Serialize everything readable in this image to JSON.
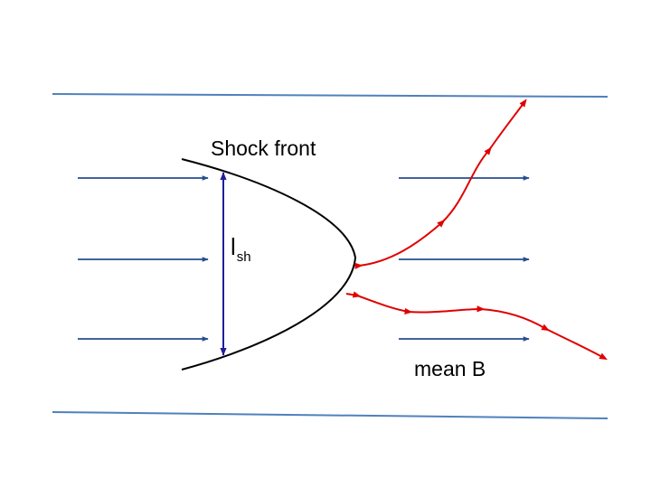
{
  "labels": {
    "shock_front": "Shock front",
    "length_symbol": "l",
    "length_subscript": "sh",
    "mean_field": "mean B"
  },
  "colors": {
    "boundary": "#4f81bd",
    "field_arrow": "#254d8f",
    "shock": "#000000",
    "width_arrow": "#1f1f9a",
    "perturbed_line": "#e00000"
  }
}
